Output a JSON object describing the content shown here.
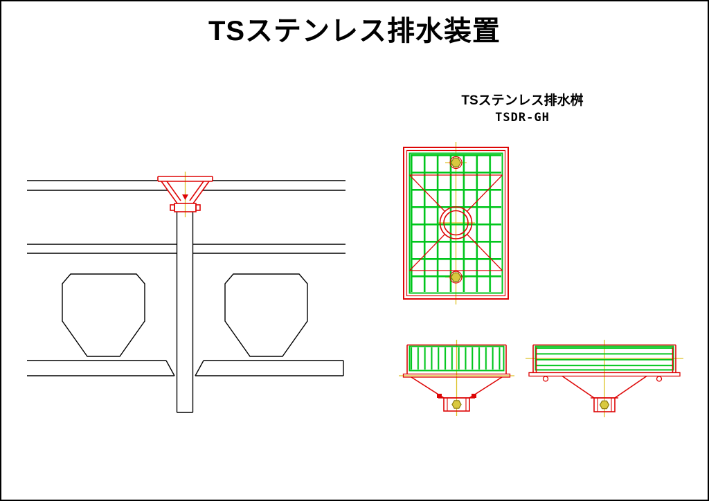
{
  "sheet": {
    "title": "TSステンレス排水装置"
  },
  "plan_label": {
    "product": "TSステンレス排水桝",
    "model": "TSDR-GH"
  },
  "colors": {
    "line": "#000000",
    "red": "#dd0505",
    "green": "#00c61c",
    "yellow": "#ddc227",
    "bolt": "#d9c93f",
    "bg": "#ffffff"
  }
}
